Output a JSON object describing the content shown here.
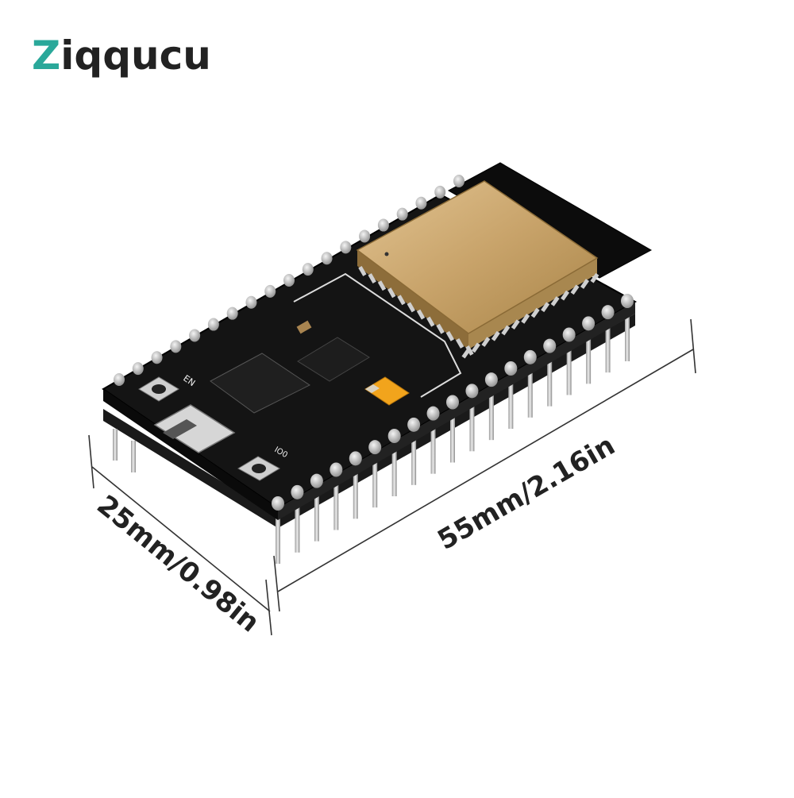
{
  "brand": {
    "name": "Ziqqucu",
    "first_letter": "Z",
    "rest": "iqqucu",
    "accent_color": "#2aa89a",
    "text_color": "#222222"
  },
  "dimensions": {
    "width_label": "25mm/0.98in",
    "length_label": "55mm/2.16in"
  },
  "board": {
    "silkscreen": [
      "EN",
      "IO0"
    ],
    "colors": {
      "pcb": "#111111",
      "module_shield": "#c8a36a",
      "antenna": "#0c0c0c",
      "header": "#1a1a1a",
      "pin": "#c9c9c9",
      "capacitor": "#f2a41c"
    }
  }
}
